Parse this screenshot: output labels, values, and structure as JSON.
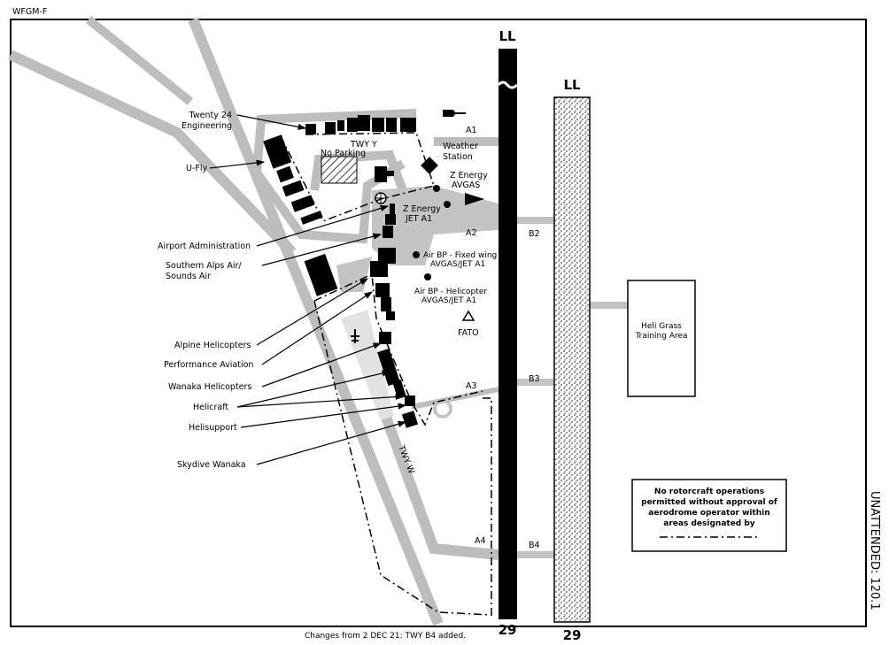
{
  "chart_id": "WFGM-F",
  "footer_note": "Changes from 2 DEC 21: TWY B4 added.",
  "frequency_label": "UNATTENDED: 120.1",
  "runways": {
    "main": {
      "top_marking": "LL",
      "designator": "29"
    },
    "grass": {
      "top_marking": "LL",
      "designator": "29"
    }
  },
  "taxiways": [
    "A1",
    "A2",
    "A3",
    "A4",
    "B2",
    "B3",
    "B4",
    "TWY Y",
    "TWY W"
  ],
  "facilities": {
    "twenty24": [
      "Twenty 24",
      "Engineering"
    ],
    "ufly": "U-Fly",
    "airport_admin": "Airport Administration",
    "southern_alps": [
      "Southern Alps Air/",
      "Sounds Air"
    ],
    "alpine": "Alpine Helicopters",
    "performance": "Performance Aviation",
    "wanaka_heli": "Wanaka Helicopters",
    "helicraft": "Helicraft",
    "helisupport": "Helisupport",
    "skydive": "Skydive Wanaka",
    "no_parking": "No Parking",
    "weather": [
      "Weather",
      "Station"
    ],
    "z_avgas": [
      "Z Energy",
      "AVGAS"
    ],
    "z_jet": [
      "Z Energy",
      "JET A1"
    ],
    "bp_fixed": [
      "Air BP - Fixed wing",
      "AVGAS/JET A1"
    ],
    "bp_heli": [
      "Air BP - Helicopter",
      "AVGAS/JET A1"
    ],
    "fato": "FATO",
    "heli_grass": [
      "Heli Grass",
      "Training Area"
    ]
  },
  "notice": [
    "No rotorcraft operations",
    "permitted without approval of",
    "aerodrome operator within",
    "areas designated by"
  ]
}
